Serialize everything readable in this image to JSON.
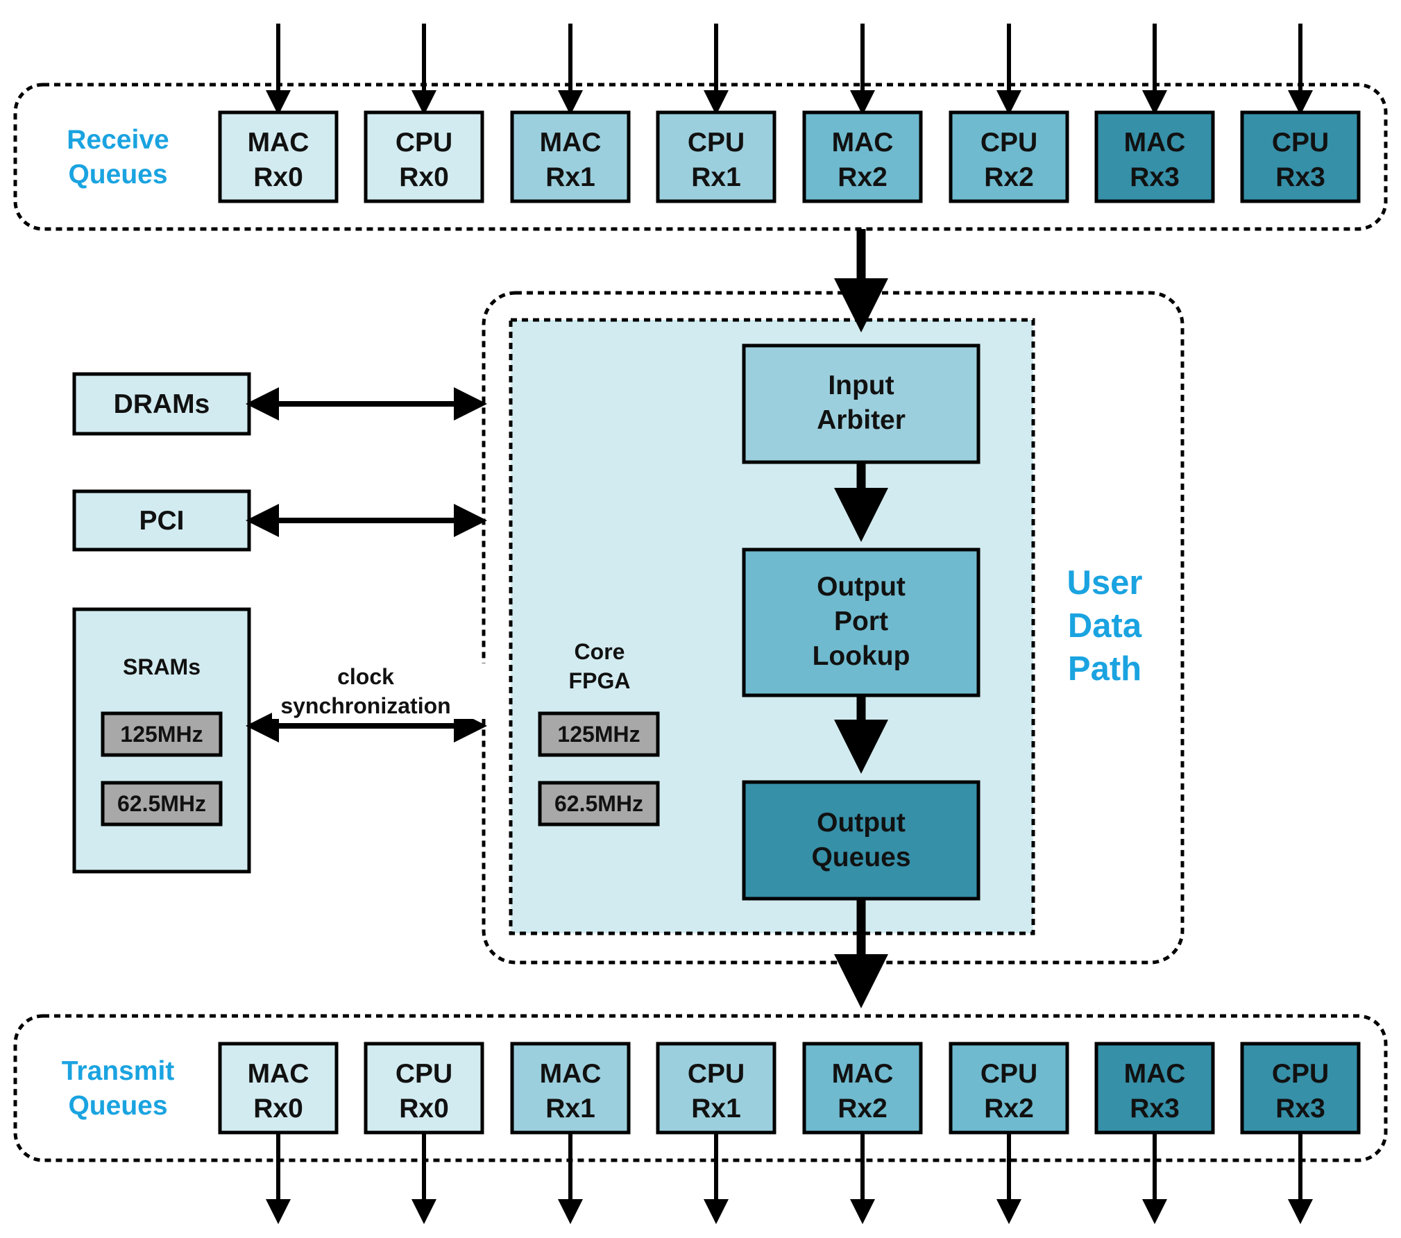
{
  "receive_queues": {
    "label_line1": "Receive",
    "label_line2": "Queues",
    "queues": [
      {
        "line1": "MAC",
        "line2": "Rx0",
        "color": "#d2ebf0"
      },
      {
        "line1": "CPU",
        "line2": "Rx0",
        "color": "#d2ebf0"
      },
      {
        "line1": "MAC",
        "line2": "Rx1",
        "color": "#9ccfdd"
      },
      {
        "line1": "CPU",
        "line2": "Rx1",
        "color": "#9ccfdd"
      },
      {
        "line1": "MAC",
        "line2": "Rx2",
        "color": "#6fbace"
      },
      {
        "line1": "CPU",
        "line2": "Rx2",
        "color": "#6fbace"
      },
      {
        "line1": "MAC",
        "line2": "Rx3",
        "color": "#3690a8"
      },
      {
        "line1": "CPU",
        "line2": "Rx3",
        "color": "#3690a8"
      }
    ]
  },
  "transmit_queues": {
    "label_line1": "Transmit",
    "label_line2": "Queues",
    "queues": [
      {
        "line1": "MAC",
        "line2": "Rx0",
        "color": "#d2ebf0"
      },
      {
        "line1": "CPU",
        "line2": "Rx0",
        "color": "#d2ebf0"
      },
      {
        "line1": "MAC",
        "line2": "Rx1",
        "color": "#9ccfdd"
      },
      {
        "line1": "CPU",
        "line2": "Rx1",
        "color": "#9ccfdd"
      },
      {
        "line1": "MAC",
        "line2": "Rx2",
        "color": "#6fbace"
      },
      {
        "line1": "CPU",
        "line2": "Rx2",
        "color": "#6fbace"
      },
      {
        "line1": "MAC",
        "line2": "Rx3",
        "color": "#3690a8"
      },
      {
        "line1": "CPU",
        "line2": "Rx3",
        "color": "#3690a8"
      }
    ]
  },
  "peripherals": {
    "drams": "DRAMs",
    "pci": "PCI",
    "srams": "SRAMs",
    "sram_clock_fast": "125MHz",
    "sram_clock_slow": "62.5MHz",
    "clock_sync_line1": "clock",
    "clock_sync_line2": "synchronization"
  },
  "core_fpga": {
    "label_line1": "Core",
    "label_line2": "FPGA",
    "clock_fast": "125MHz",
    "clock_slow": "62.5MHz"
  },
  "user_data_path": {
    "label_line1": "User",
    "label_line2": "Data",
    "label_line3": "Path",
    "input_arbiter": {
      "line1": "Input",
      "line2": "Arbiter",
      "color": "#9ccfdd"
    },
    "output_port_lookup": {
      "line1": "Output",
      "line2": "Port",
      "line3": "Lookup",
      "color": "#6fbace"
    },
    "output_queues": {
      "line1": "Output",
      "line2": "Queues",
      "color": "#3690a8"
    }
  },
  "colors": {
    "panel_fill": "#d2ebf0",
    "clock_box_fill": "#a8a8a8",
    "accent_label": "#1aa3e0"
  }
}
